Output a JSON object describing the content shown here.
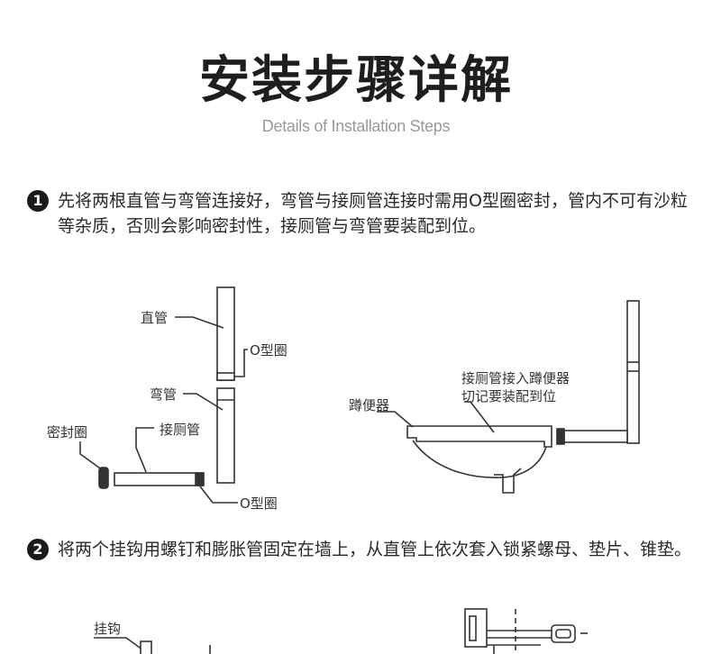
{
  "header": {
    "title": "安装步骤详解",
    "subtitle": "Details of Installation Steps"
  },
  "steps": [
    {
      "number": "1",
      "text": "先将两根直管与弯管连接好，弯管与接厕管连接时需用O型圈密封，管内不可有沙粒等杂质，否则会影响密封性，接厕管与弯管要装配到位。"
    },
    {
      "number": "2",
      "text": "将两个挂钩用螺钉和膨胀管固定在墙上，从直管上依次套入锁紧螺母、垫片、锥垫。"
    }
  ],
  "diagram1": {
    "labels": {
      "straight_pipe": "直管",
      "o_ring_top": "O型圈",
      "elbow": "弯管",
      "seal_ring": "密封圈",
      "toilet_connector": "接厕管",
      "o_ring_bottom": "O型圈"
    }
  },
  "diagram2": {
    "labels": {
      "squat_toilet": "蹲便器",
      "note_line1": "接厕管接入蹲便器",
      "note_line2": "切记要装配到位"
    }
  },
  "diagram3": {
    "labels": {
      "hook": "挂钩"
    }
  }
}
